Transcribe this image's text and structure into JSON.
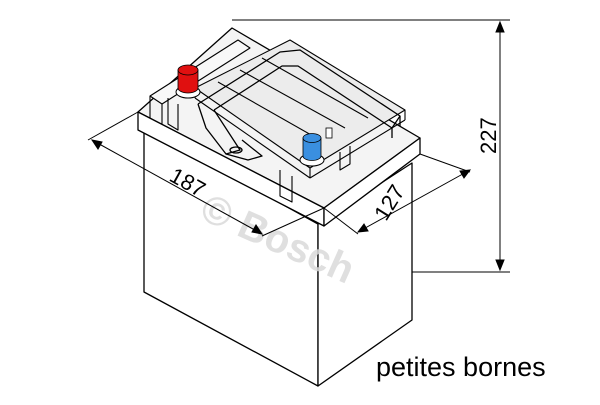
{
  "dimensions": {
    "length": "187",
    "width": "127",
    "height": "227"
  },
  "watermark": "© Bosch",
  "caption": "petites bornes",
  "terminals": {
    "positive_color": "#e01010",
    "negative_color": "#3a8fe0"
  },
  "colors": {
    "line": "#000000",
    "body_fill": "#ffffff",
    "lid_fill": "#f2f2f2",
    "watermark": "#d9d9d9"
  }
}
